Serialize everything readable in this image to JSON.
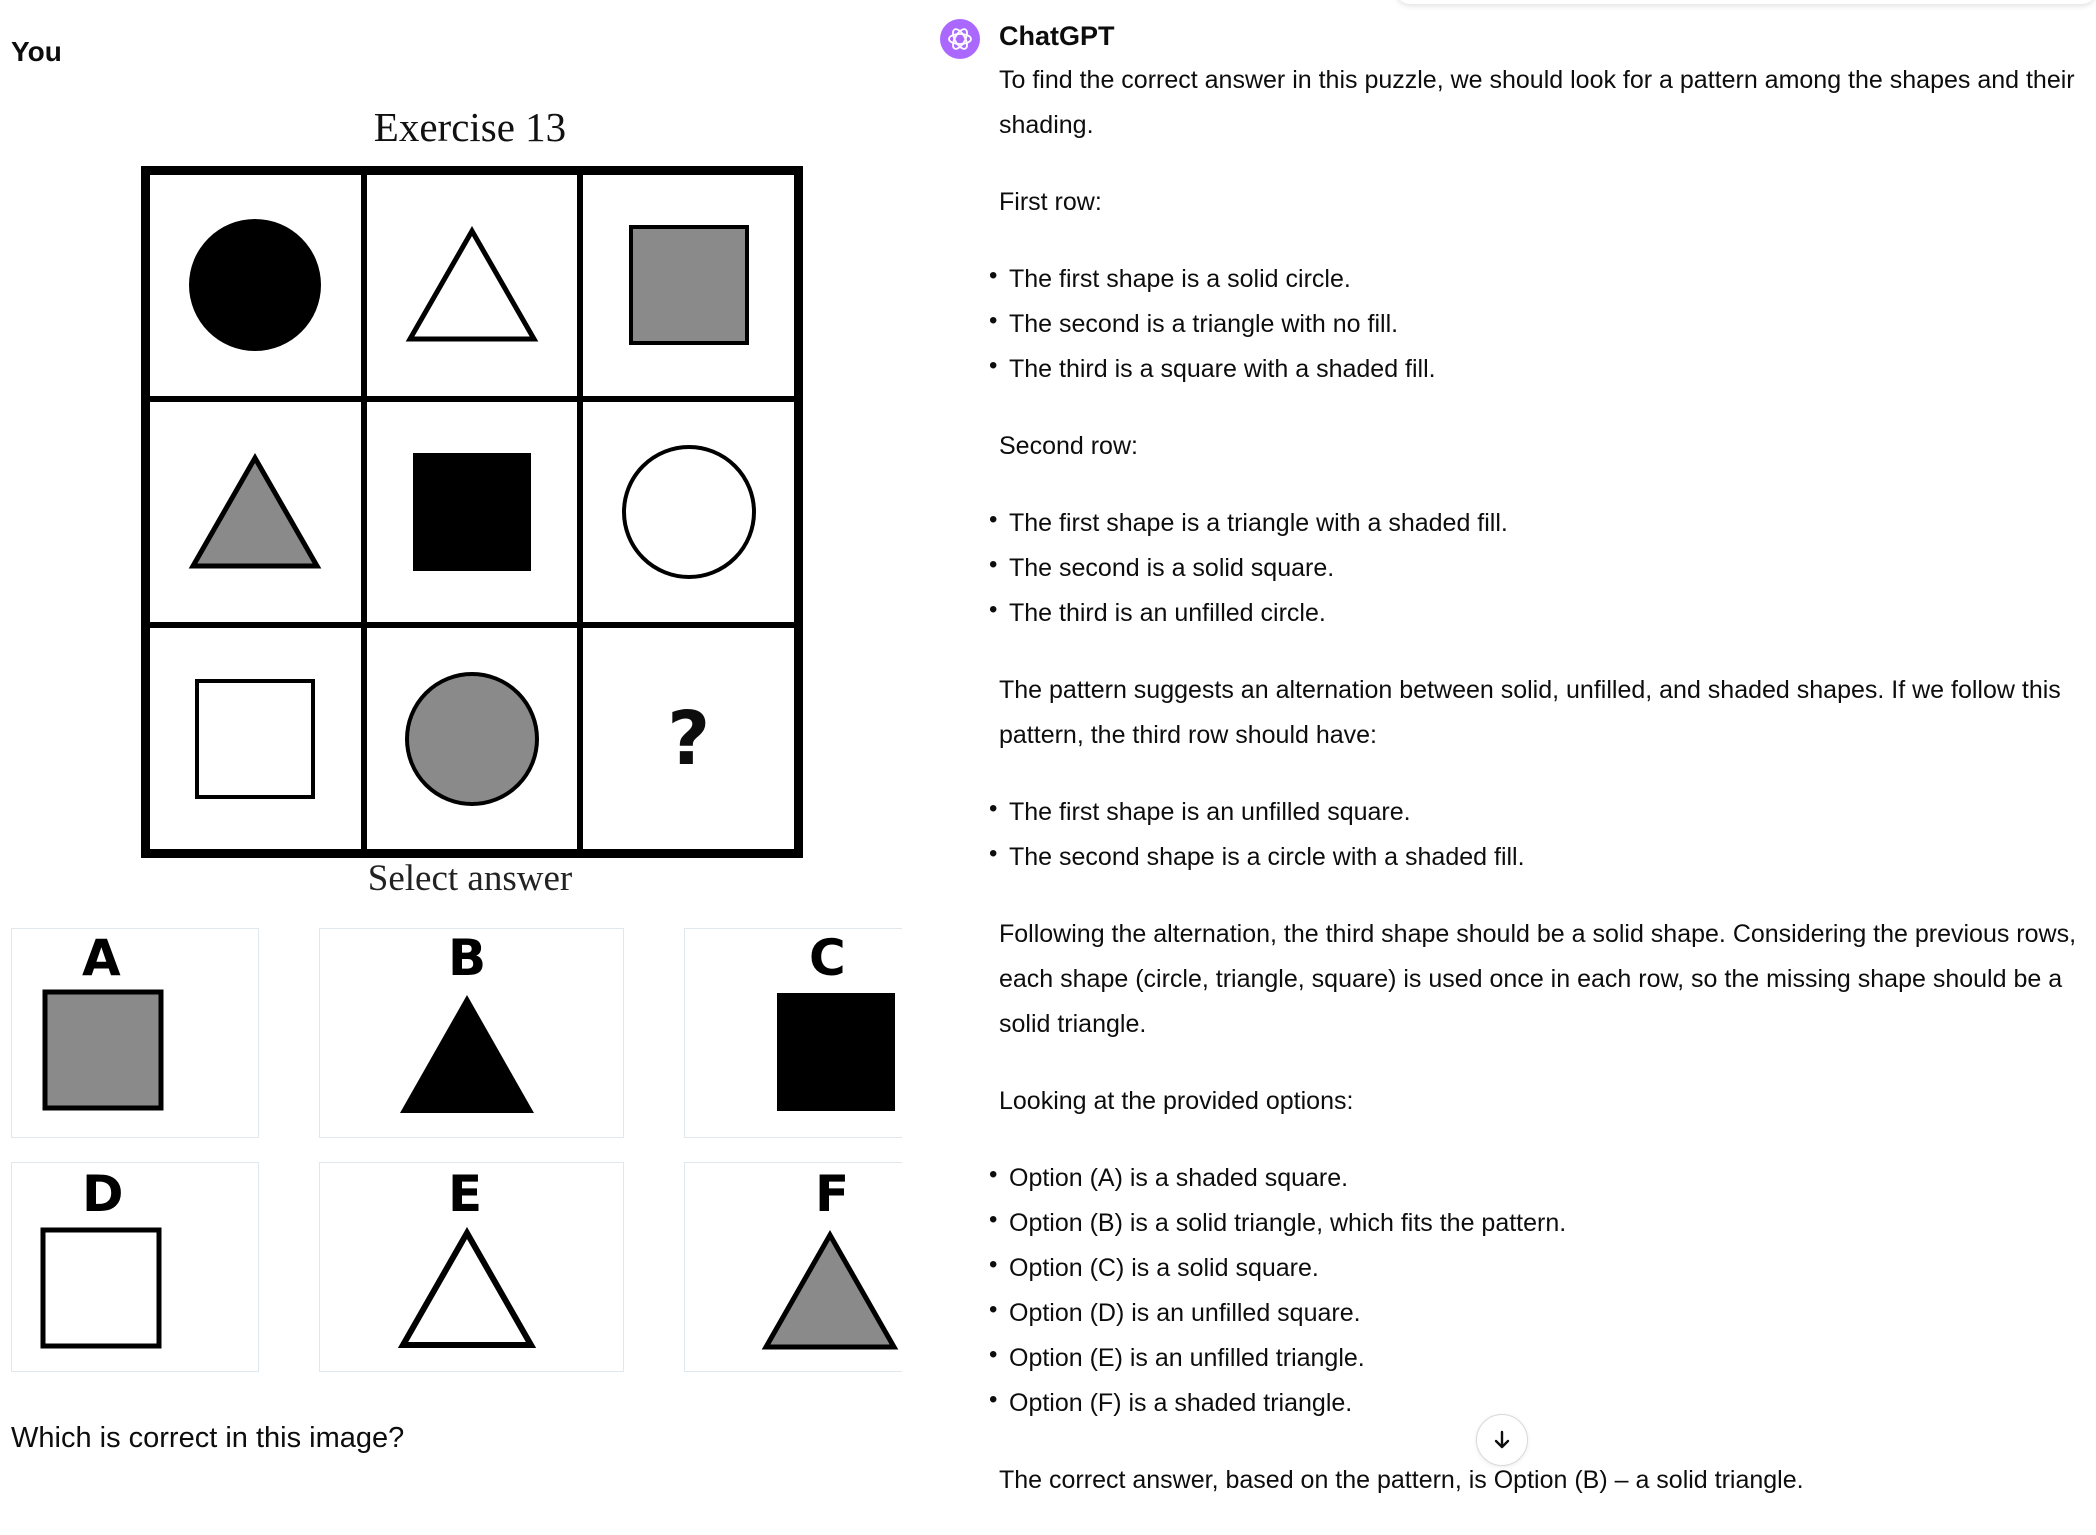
{
  "user": {
    "label": "You",
    "question": "Which is correct in this image?"
  },
  "puzzle": {
    "title": "Exercise 13",
    "select_label": "Select answer",
    "question_mark": "?",
    "cells": [
      {
        "shape": "circle",
        "fill": "solid"
      },
      {
        "shape": "triangle",
        "fill": "unfilled"
      },
      {
        "shape": "square",
        "fill": "shaded"
      },
      {
        "shape": "triangle",
        "fill": "shaded"
      },
      {
        "shape": "square",
        "fill": "solid"
      },
      {
        "shape": "circle",
        "fill": "unfilled"
      },
      {
        "shape": "square",
        "fill": "unfilled"
      },
      {
        "shape": "circle",
        "fill": "shaded"
      },
      {
        "shape": "unknown",
        "fill": "none"
      }
    ],
    "options": [
      {
        "letter": "A",
        "shape": "square",
        "fill": "shaded"
      },
      {
        "letter": "B",
        "shape": "triangle",
        "fill": "solid"
      },
      {
        "letter": "C",
        "shape": "square",
        "fill": "solid"
      },
      {
        "letter": "D",
        "shape": "square",
        "fill": "unfilled"
      },
      {
        "letter": "E",
        "shape": "triangle",
        "fill": "unfilled"
      },
      {
        "letter": "F",
        "shape": "triangle",
        "fill": "shaded"
      }
    ],
    "colors": {
      "solid": "#000000",
      "shaded": "#8a8a8a",
      "unfilled": "#ffffff"
    }
  },
  "assistant": {
    "name": "ChatGPT",
    "avatar_icon": "openai-logo-icon",
    "avatar_color": "#ab68ff",
    "intro": "To find the correct answer in this puzzle, we should look for a pattern among the shapes and their shading.",
    "row1_heading": "First row:",
    "row1_items": [
      "The first shape is a solid circle.",
      "The second is a triangle with no fill.",
      "The third is a square with a shaded fill."
    ],
    "row2_heading": "Second row:",
    "row2_items": [
      "The first shape is a triangle with a shaded fill.",
      "The second is a solid square.",
      "The third is an unfilled circle."
    ],
    "pattern_text": "The pattern suggests an alternation between solid, unfilled, and shaded shapes. If we follow this pattern, the third row should have:",
    "row3_items": [
      "The first shape is an unfilled square.",
      "The second shape is a circle with a shaded fill."
    ],
    "alternation_text": "Following the alternation, the third shape should be a solid shape. Considering the previous rows, each shape (circle, triangle, square) is used once in each row, so the missing shape should be a solid triangle.",
    "options_heading": "Looking at the provided options:",
    "option_items": [
      "Option (A) is a shaded square.",
      "Option (B) is a solid triangle, which fits the pattern.",
      "Option (C) is a solid square.",
      "Option (D) is an unfilled square.",
      "Option (E) is an unfilled triangle.",
      "Option (F) is a shaded triangle."
    ],
    "conclusion": "The correct answer, based on the pattern, is Option (B) – a solid triangle."
  },
  "controls": {
    "scroll_down_icon": "arrow-down-icon"
  }
}
